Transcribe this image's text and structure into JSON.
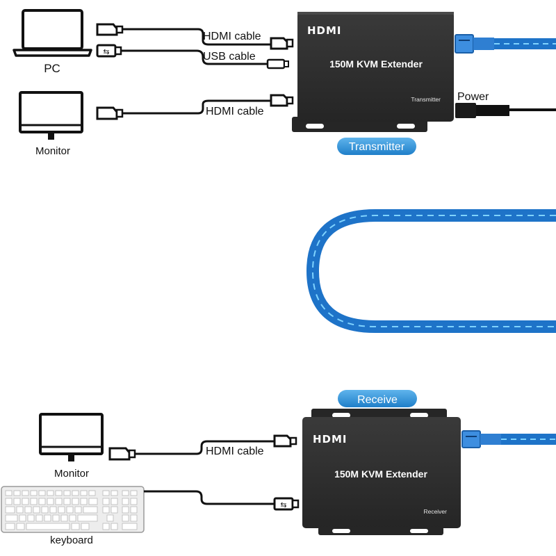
{
  "transmitter": {
    "logo": "HDMI",
    "title": "150M KVM Extender",
    "model": "Transmitter",
    "badge": "Transmitter",
    "pc_label": "PC",
    "monitor_label": "Monitor",
    "hdmi_cable_top": "HDMI cable",
    "usb_cable": "USB cable",
    "hdmi_cable_monitor": "HDMI cable",
    "power_label": "Power"
  },
  "receiver": {
    "logo": "HDMI",
    "title": "150M KVM Extender",
    "model": "Receiver",
    "badge": "Receive",
    "monitor_label": "Monitor",
    "keyboard_label": "keyboard",
    "hdmi_cable": "HDMI cable"
  },
  "colors": {
    "device_body": "#2f2f2f",
    "badge_blue": "#2a8fd6",
    "cable_blue": "#1e73c8",
    "cable_light": "#7fd3ff"
  }
}
